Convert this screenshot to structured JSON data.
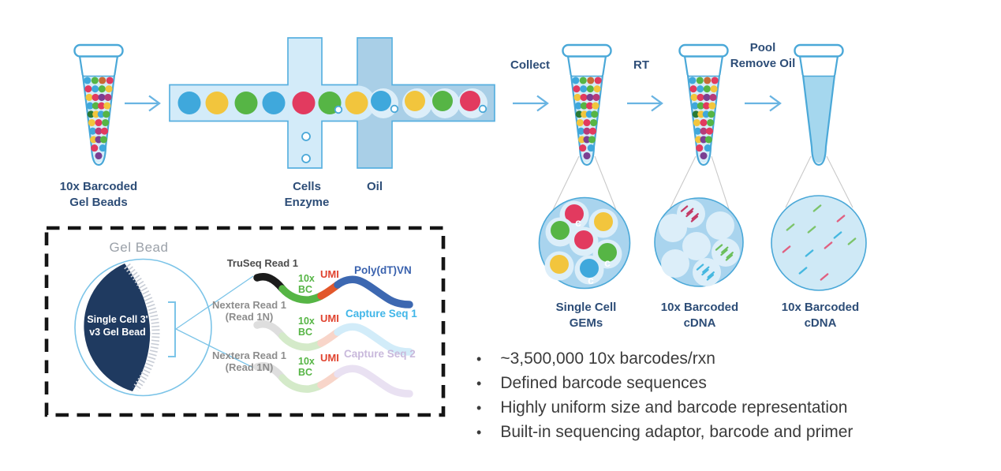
{
  "pipeline": {
    "tube1_label": "10x Barcoded\nGel Beads",
    "cells_label": "Cells\nEnzyme",
    "oil_label": "Oil",
    "collect_label": "Collect",
    "rt_label": "RT",
    "pool_label": "Pool\nRemove Oil",
    "gems_label": "Single Cell\nGEMs",
    "cdna_label_1": "10x Barcoded\ncDNA",
    "cdna_label_2": "10x Barcoded\ncDNA"
  },
  "inset": {
    "title": "Gel Bead",
    "bead_label": "Single Cell 3'\nv3 Gel Bead",
    "rows": [
      {
        "read": "TruSeq Read 1",
        "bc": "10x\nBC",
        "umi": "UMI",
        "tail": "Poly(dT)VN"
      },
      {
        "read": "Nextera Read 1\n(Read 1N)",
        "bc": "10x\nBC",
        "umi": "UMI",
        "tail": "Capture Seq 1"
      },
      {
        "read": "Nextera Read 1\n(Read 1N)",
        "bc": "10x\nBC",
        "umi": "UMI",
        "tail": "Capture Seq 2"
      }
    ]
  },
  "bullets": [
    "~3,500,000 10x barcodes/rxn",
    "Defined barcode sequences",
    "Highly uniform size and barcode representation",
    "Built-in sequencing adaptor, barcode and primer"
  ],
  "bullet_char": "•",
  "colors": {
    "outline": "#4aa8d8",
    "navy_text": "#2d4d77",
    "channel_fill": "#d3ebf9",
    "oil_fill": "#a9cfe7",
    "tube_liquid": "#d6edf9",
    "tube_liquid_solid": "#a5d7ee",
    "gem_circle_fill": "#a9d4ee",
    "droplet_fill": "#dceef9",
    "cdna_circle_fill": "#cfe9f6",
    "funnel_line": "#c9c9c9",
    "arrow": "#69b4e2",
    "bead_palette": [
      "#3fa8dc",
      "#56b545",
      "#c96a35",
      "#e23a5f",
      "#f2c53d",
      "#7b3f92",
      "#2a7a35",
      "#b63b7a"
    ],
    "gel_bead_navy": "#1f3a60",
    "hatch": "#c8cdd6",
    "inset_blue": "#7cc4e8",
    "strand_row1": [
      "#1c1c1c",
      "#56b545",
      "#e2572b",
      "#3d68b1"
    ],
    "strand_row2": [
      "#dedede",
      "#d4eac9",
      "#f8d5c9",
      "#d2ecf9"
    ],
    "strand_row3": [
      "#dedede",
      "#d4eac9",
      "#f8d5c9",
      "#e9e1f2"
    ],
    "gem_dash_red": "#c43a66",
    "gem_dash_green": "#6cbf5a",
    "gem_dash_blue": "#45b8e0",
    "final_dash_green": "#7cc46a",
    "final_dash_pink": "#e06080",
    "final_dash_blue": "#45b8e0"
  }
}
